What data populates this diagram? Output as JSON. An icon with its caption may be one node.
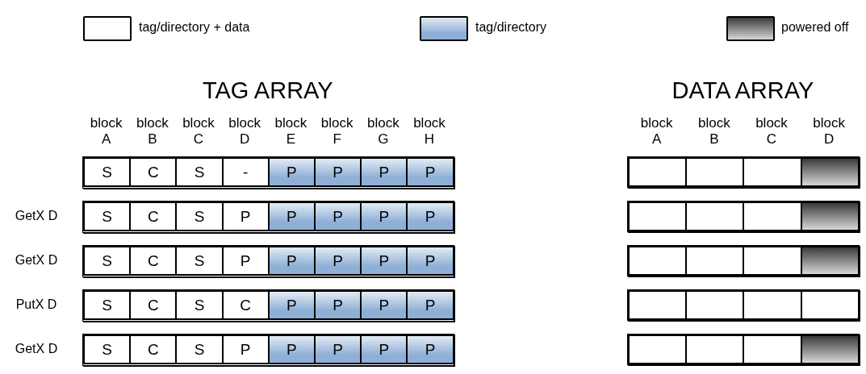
{
  "diagram": {
    "labels": [
      "TAG ARRAY",
      "DATA ARRAY",
      "block A",
      "block B",
      "block C",
      "block D",
      "block E",
      "block F",
      "block G",
      "block H",
      "block A",
      "block B",
      "block C",
      "block D",
      "S",
      "C",
      "S",
      "-",
      "P",
      "P",
      "P",
      "P",
      "GetX D",
      "S",
      "C",
      "S",
      "P",
      "P",
      "P",
      "P",
      "P",
      "GetX D",
      "S",
      "C",
      "S",
      "P",
      "P",
      "P",
      "P",
      "P",
      "PutX D",
      "S",
      "C",
      "S",
      "C",
      "P",
      "P",
      "P",
      "P",
      "GetX D",
      "S",
      "C",
      "S",
      "P",
      "P",
      "P",
      "P",
      "P"
    ],
    "legend": [
      {
        "text": "tag/directory + data",
        "color": "#ffffff"
      },
      {
        "text": "tag/directory",
        "color": "#8fb0d6"
      },
      {
        "text": "powered off",
        "color": "#3a3a3a"
      }
    ]
  }
}
